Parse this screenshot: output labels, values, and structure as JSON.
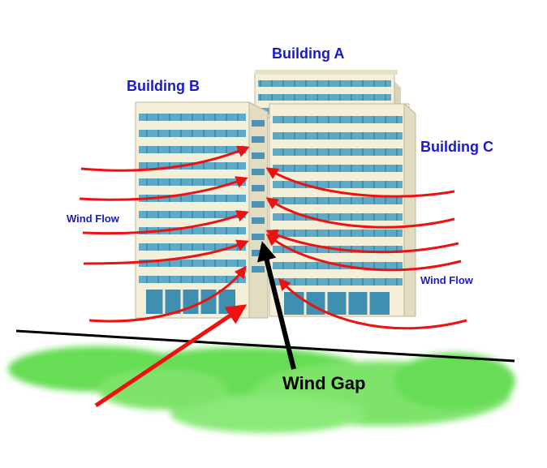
{
  "labels": {
    "building_a": "Building A",
    "building_b": "Building B",
    "building_c": "Building C",
    "wind_flow_left": "Wind Flow",
    "wind_flow_right": "Wind Flow",
    "wind_gap": "Wind Gap"
  },
  "colors": {
    "label_blue": "#1a1acc",
    "arrow_red": "#ee1111",
    "gap_arrow": "#000000",
    "grass": "#66dd55",
    "window_band": "#5ea9c6",
    "facade": "#f3efd8"
  }
}
